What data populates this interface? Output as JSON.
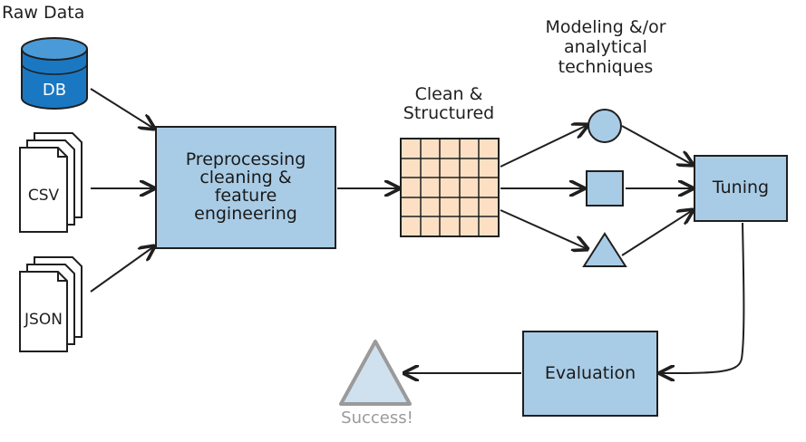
{
  "labels": {
    "raw_data": "Raw Data",
    "db": "DB",
    "csv": "CSV",
    "json": "JSON",
    "preprocessing": "Preprocessing\ncleaning &\nfeature\nengineering",
    "clean_structured": "Clean &\nStructured",
    "modeling": "Modeling &/or\nanalytical\ntechniques",
    "tuning": "Tuning",
    "evaluation": "Evaluation",
    "success": "Success!"
  },
  "colors": {
    "box_fill": "#a9cce6",
    "grid_fill": "#fde0c4",
    "db_fill": "#1a78c2",
    "stroke": "#1f1f1f",
    "success_fill": "#cfe1ef",
    "success_stroke": "#9a9a9a",
    "success_text": "#9a9a9a"
  }
}
